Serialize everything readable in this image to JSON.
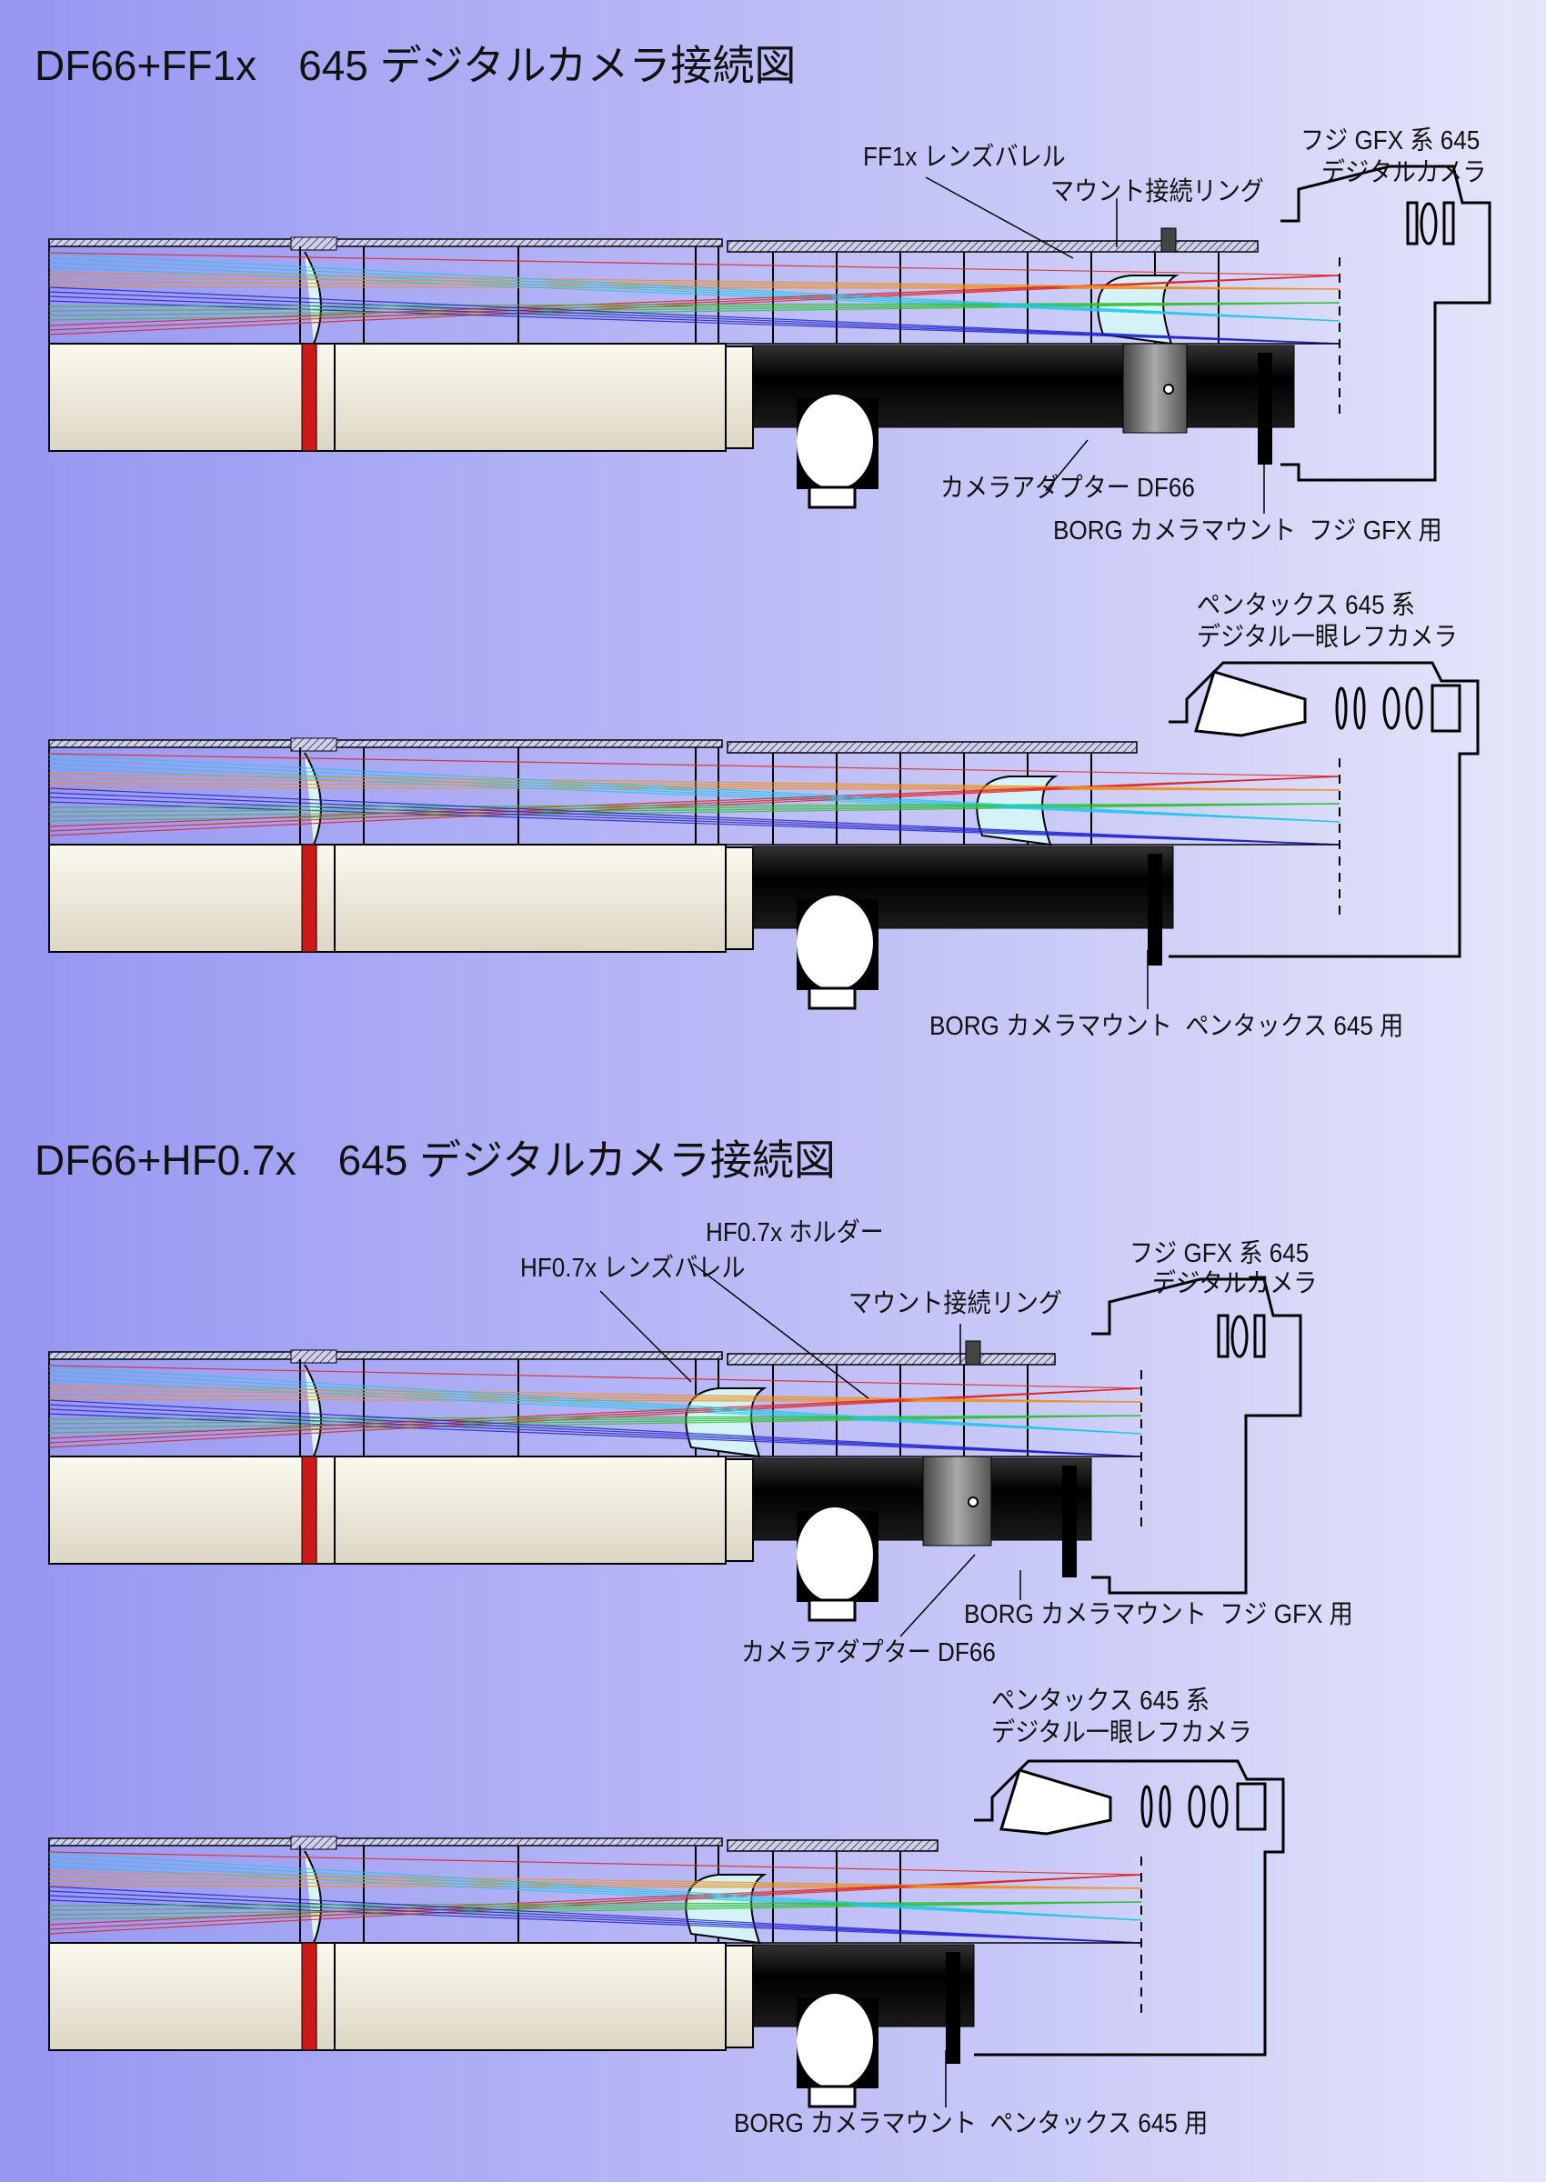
{
  "sections": [
    {
      "title": "DF66+FF1x　645 デジタルカメラ接続図",
      "diagrams": [
        {
          "camera": "fuji-gfx",
          "labels": {
            "lens_barrel": "FF1x レンズバレル",
            "mount_ring": "マウント接続リング",
            "camera_line1": "フジ GFX 系 645",
            "camera_line2": "デジタルカメラ",
            "adapter": "カメラアダプター DF66",
            "camera_mount": "BORG カメラマウント  フジ GFX 用"
          }
        },
        {
          "camera": "pentax-645",
          "labels": {
            "camera_line1": "ペンタックス 645 系",
            "camera_line2": "デジタル一眼レフカメラ",
            "camera_mount": "BORG カメラマウント  ペンタックス 645 用"
          }
        }
      ]
    },
    {
      "title": "DF66+HF0.7x　645 デジタルカメラ接続図",
      "diagrams": [
        {
          "camera": "fuji-gfx",
          "labels": {
            "holder": "HF0.7x ホルダー",
            "lens_barrel": "HF0.7x レンズバレル",
            "mount_ring": "マウント接続リング",
            "camera_line1": "フジ GFX 系 645",
            "camera_line2": "デジタルカメラ",
            "camera_mount": "BORG カメラマウント  フジ GFX 用",
            "adapter": "カメラアダプター DF66"
          }
        },
        {
          "camera": "pentax-645",
          "labels": {
            "camera_line1": "ペンタックス 645 系",
            "camera_line2": "デジタル一眼レフカメラ",
            "camera_mount": "BORG カメラマウント  ペンタックス 645 用"
          }
        }
      ]
    }
  ],
  "colors": {
    "tube": "#f2efe0",
    "band": "#cc1a1a",
    "black": "#0a0a0a",
    "rays": [
      "#e02020",
      "#f09020",
      "#30c030",
      "#20c8e8",
      "#2020d0"
    ]
  }
}
